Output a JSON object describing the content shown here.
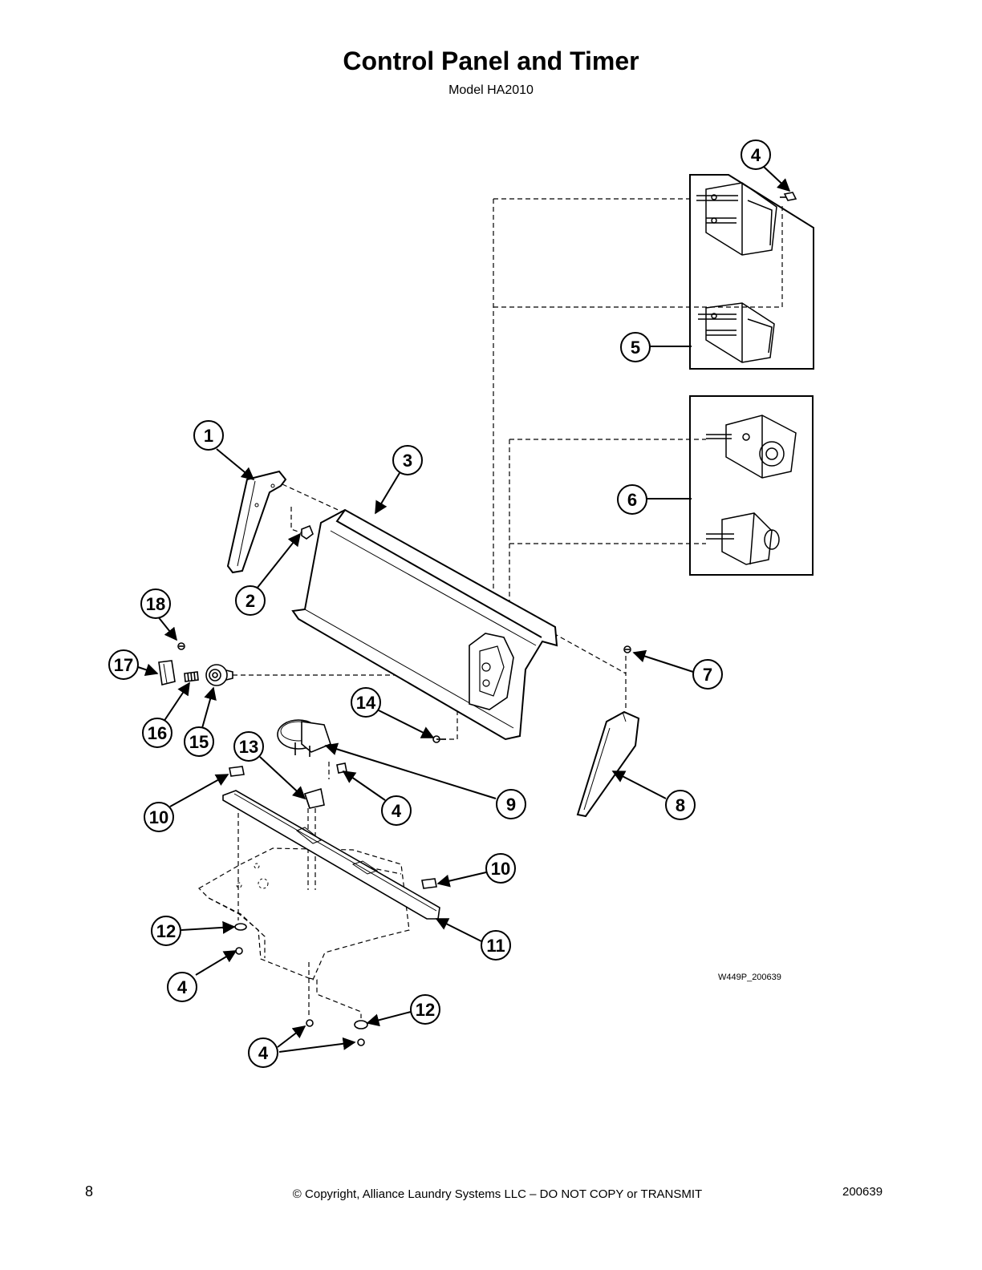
{
  "header": {
    "title": "Control Panel and Timer",
    "subtitle": "Model HA2010"
  },
  "diagram": {
    "reference": "W449P_200639",
    "callouts": [
      {
        "id": "c4a",
        "label": "4"
      },
      {
        "id": "c5",
        "label": "5"
      },
      {
        "id": "c1",
        "label": "1"
      },
      {
        "id": "c3",
        "label": "3"
      },
      {
        "id": "c6",
        "label": "6"
      },
      {
        "id": "c18",
        "label": "18"
      },
      {
        "id": "c2",
        "label": "2"
      },
      {
        "id": "c17",
        "label": "17"
      },
      {
        "id": "c7",
        "label": "7"
      },
      {
        "id": "c14",
        "label": "14"
      },
      {
        "id": "c16",
        "label": "16"
      },
      {
        "id": "c15",
        "label": "15"
      },
      {
        "id": "c13",
        "label": "13"
      },
      {
        "id": "c10a",
        "label": "10"
      },
      {
        "id": "c4b",
        "label": "4"
      },
      {
        "id": "c9",
        "label": "9"
      },
      {
        "id": "c8",
        "label": "8"
      },
      {
        "id": "c10b",
        "label": "10"
      },
      {
        "id": "c12a",
        "label": "12"
      },
      {
        "id": "c11",
        "label": "11"
      },
      {
        "id": "c4c",
        "label": "4"
      },
      {
        "id": "c12b",
        "label": "12"
      },
      {
        "id": "c4d",
        "label": "4"
      }
    ]
  },
  "footer": {
    "page_number": "8",
    "copyright": "© Copyright, Alliance Laundry Systems LLC – DO NOT COPY or TRANSMIT",
    "doc_number": "200639"
  }
}
